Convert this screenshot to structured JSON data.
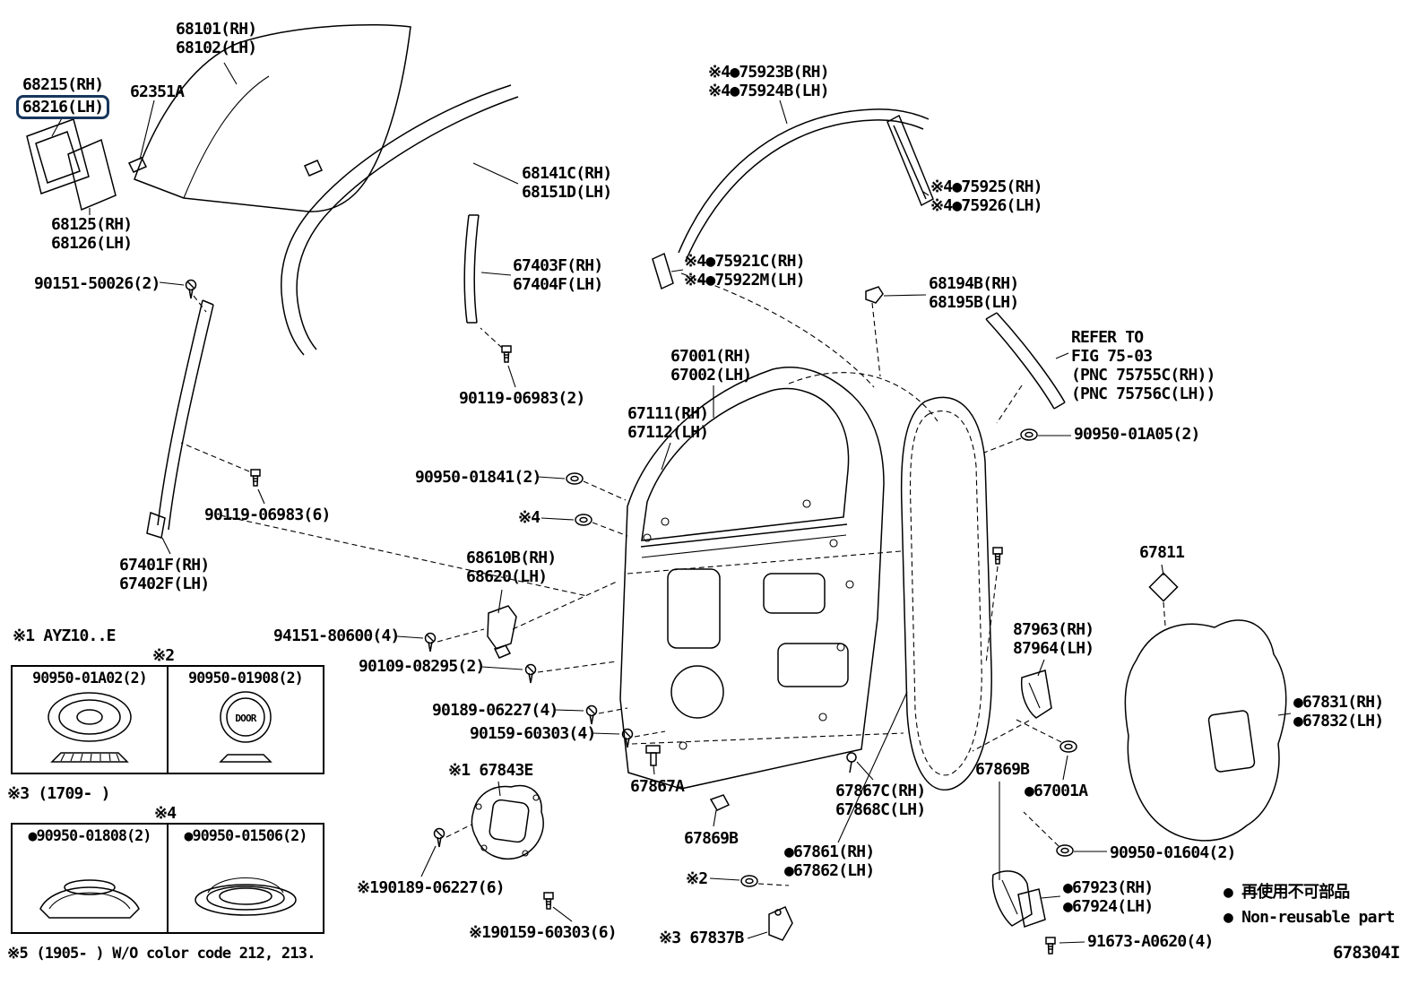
{
  "page": {
    "fig_code": "678304I"
  },
  "legend": {
    "line1": "● 再使用不可部品",
    "line2": "● Non-reusable part"
  },
  "notes": {
    "note1": "※1 AYZ10..E",
    "note3": "※3 (1709-    )",
    "note5": "※5 (1905-    ) W/O color code 212, 213."
  },
  "tables": {
    "grommets": {
      "marker": "※2",
      "h1": "90950-01A02(2)",
      "h2": "90950-01908(2)",
      "door_text": "DOOR"
    },
    "caps": {
      "marker": "※4",
      "h1": "●90950-01808(2)",
      "h2": "●90950-01506(2)"
    }
  },
  "labels": {
    "p68101": {
      "l1": "68101(RH)",
      "l2": "68102(LH)"
    },
    "p68215": {
      "l1": "68215(RH)",
      "l2": "68216(LH)"
    },
    "p62351A": {
      "l1": "62351A"
    },
    "p68125": {
      "l1": "68125(RH)",
      "l2": "68126(LH)"
    },
    "p90151": {
      "l1": "90151-50026(2)"
    },
    "p68141C": {
      "l1": "68141C(RH)",
      "l2": "68151D(LH)"
    },
    "p67403F": {
      "l1": "67403F(RH)",
      "l2": "67404F(LH)"
    },
    "p90119a": {
      "l1": "90119-06983(2)"
    },
    "p90119b": {
      "l1": "90119-06983(6)"
    },
    "p67401F": {
      "l1": "67401F(RH)",
      "l2": "67402F(LH)"
    },
    "p75923B": {
      "l1": "※4●75923B(RH)",
      "l2": "※4●75924B(LH)"
    },
    "p75925": {
      "l1": "※4●75925(RH)",
      "l2": "※4●75926(LH)"
    },
    "p75921C": {
      "l1": "※4●75921C(RH)",
      "l2": "※4●75922M(LH)"
    },
    "p68194B": {
      "l1": "68194B(RH)",
      "l2": "68195B(LH)"
    },
    "refer": {
      "l1": "REFER TO",
      "l2": "FIG 75-03",
      "l3": "(PNC 75755C(RH))",
      "l4": "(PNC 75756C(LH))"
    },
    "p67001": {
      "l1": "67001(RH)",
      "l2": "67002(LH)"
    },
    "p67111": {
      "l1": "67111(RH)",
      "l2": "67112(LH)"
    },
    "p90950_01A05": {
      "l1": "90950-01A05(2)"
    },
    "p90950_01841": {
      "l1": "90950-01841(2)"
    },
    "m4mid": {
      "l1": "※4"
    },
    "p68610B": {
      "l1": "68610B(RH)",
      "l2": "68620(LH)"
    },
    "p67811": {
      "l1": "67811"
    },
    "p94151": {
      "l1": "94151-80600(4)"
    },
    "p90109": {
      "l1": "90109-08295(2)"
    },
    "p87963": {
      "l1": "87963(RH)",
      "l2": "87964(LH)"
    },
    "p90189_4": {
      "l1": "90189-06227(4)"
    },
    "p90159_4": {
      "l1": "90159-60303(4)"
    },
    "p67831": {
      "l1": "●67831(RH)",
      "l2": "●67832(LH)"
    },
    "p67843E": {
      "l1": "※1 67843E"
    },
    "p67867A": {
      "l1": "67867A"
    },
    "p67869B_l": {
      "l1": "67869B"
    },
    "p67867C": {
      "l1": "67867C(RH)",
      "l2": "67868C(LH)"
    },
    "p67869B_r": {
      "l1": "67869B"
    },
    "p67001A": {
      "l1": "●67001A"
    },
    "p90950_01604": {
      "l1": "90950-01604(2)"
    },
    "p67861": {
      "l1": "●67861(RH)",
      "l2": "●67862(LH)"
    },
    "m2mid": {
      "l1": "※2"
    },
    "p67923": {
      "l1": "●67923(RH)",
      "l2": "●67924(LH)"
    },
    "p90189_6": {
      "l1": "※190189-06227(6)"
    },
    "p90159_6": {
      "l1": "※190159-60303(6)"
    },
    "p67837B": {
      "l1": "※3 67837B"
    },
    "p91673": {
      "l1": "91673-A0620(4)"
    }
  }
}
